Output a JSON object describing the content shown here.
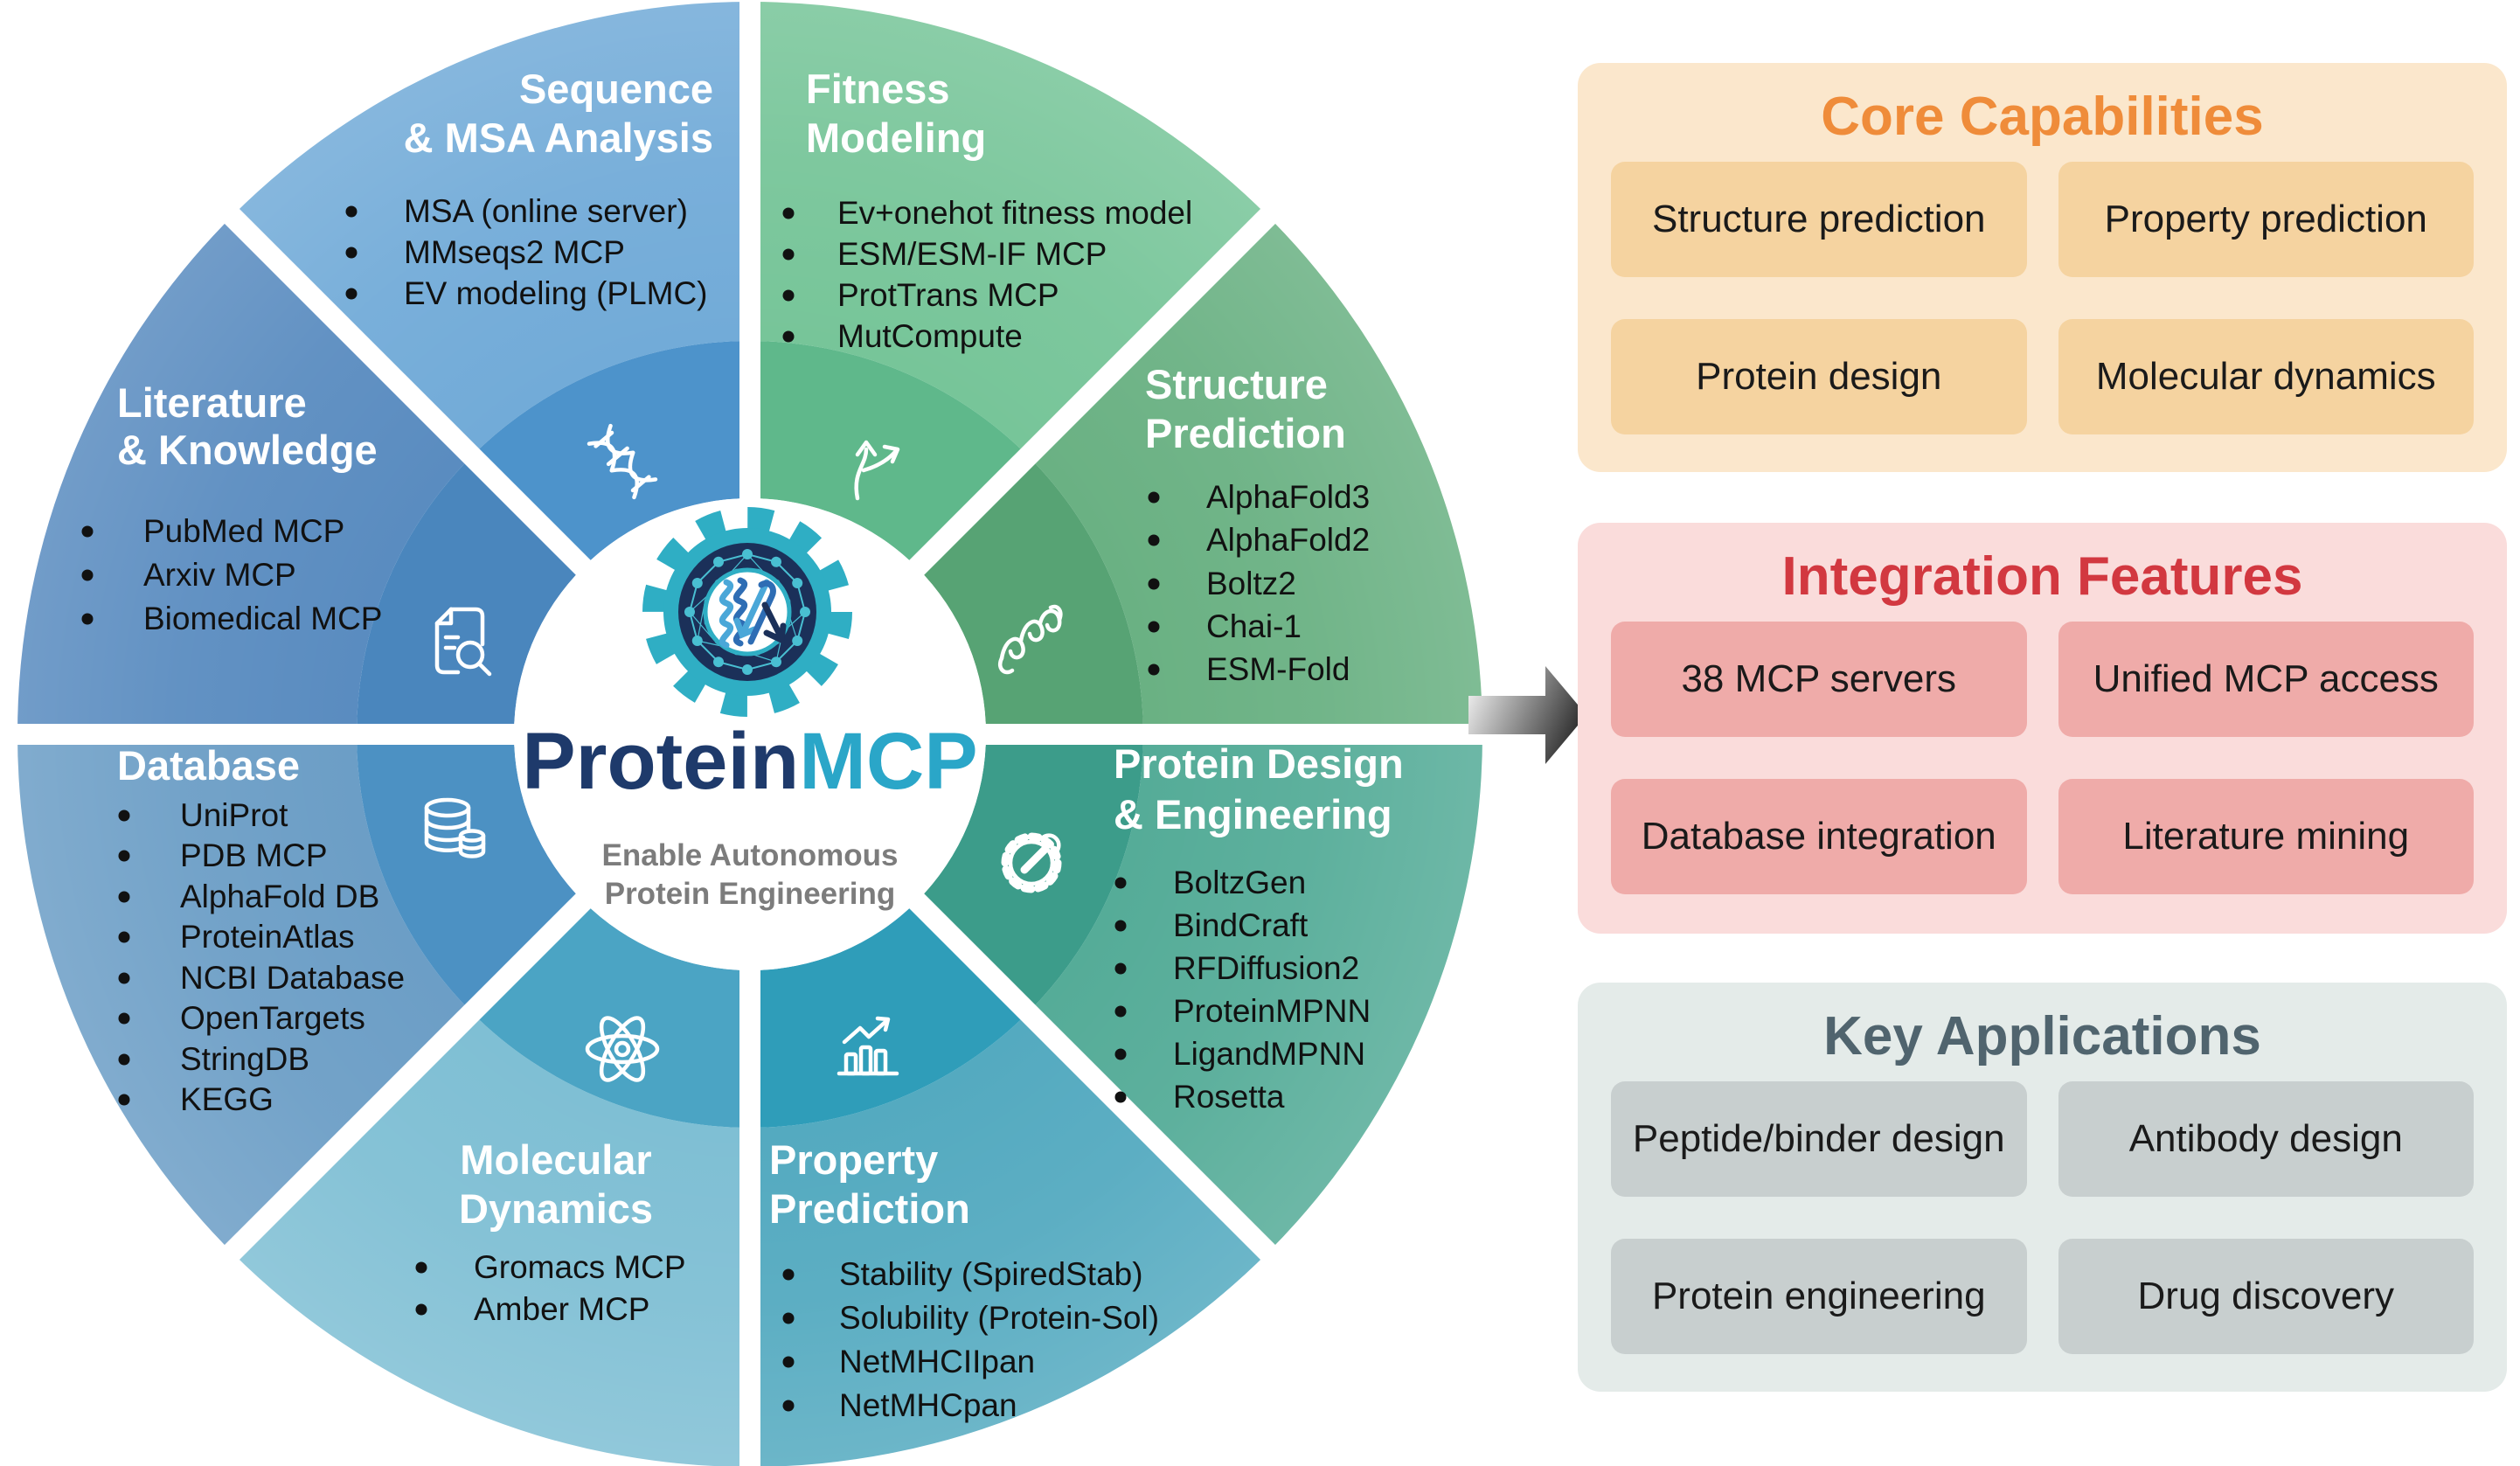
{
  "wheel": {
    "center": {
      "title_part1": "Protein",
      "title_part2": "MCP",
      "title_color_1": "#1E3A6B",
      "title_color_2": "#2AA6C8",
      "subtitle_line1": "Enable Autonomous",
      "subtitle_line2": "Protein Engineering",
      "subtitle_color": "#7C7C7C",
      "logo": {
        "gear_color": "#2FAEC4",
        "ring_color": "#1B3059",
        "mesh_color": "#49BFD2",
        "helix_light_blue": "#4AA7D8",
        "strand_blue": "#2E6DB4",
        "arrow_navy": "#1B3059"
      }
    },
    "segments": [
      {
        "name": "Fitness Modeling",
        "icon": "branch-arrows-icon",
        "title_lines": [
          "Fitness",
          "Modeling"
        ],
        "bullets": [
          "Ev+onehot fitness model",
          "ESM/ESM-IF MCP",
          "ProtTrans MCP",
          "MutCompute"
        ],
        "color_outer": "#77C599",
        "color_inner": "#5FB88B"
      },
      {
        "name": "Structure Prediction",
        "icon": "protein-ribbon-icon",
        "title_lines": [
          "Structure",
          "Prediction"
        ],
        "bullets": [
          "AlphaFold3",
          "AlphaFold2",
          "Boltz2",
          "Chai-1",
          "ESM-Fold"
        ],
        "color_outer": "#6AB183",
        "color_inner": "#57A374"
      },
      {
        "name": "Protein Design & Engineering",
        "icon": "gear-wrench-icon",
        "title_lines": [
          "Protein Design",
          "& Engineering"
        ],
        "bullets": [
          "BoltzGen",
          "BindCraft",
          "RFDiffusion2",
          "ProteinMPNN",
          "LigandMPNN",
          "Rosetta"
        ],
        "color_outer": "#55AC98",
        "color_inner": "#3C9C8A"
      },
      {
        "name": "Property Prediction",
        "icon": "bar-chart-icon",
        "title_lines": [
          "Property",
          "Prediction"
        ],
        "bullets": [
          "Stability (SpiredStab)",
          "Solubility (Protein-Sol)",
          "NetMHCIIpan",
          "NetMHCpan"
        ],
        "color_outer": "#54AAC0",
        "color_inner": "#2F9DB9"
      },
      {
        "name": "Molecular Dynamics",
        "icon": "atom-icon",
        "title_lines": [
          "Molecular",
          "Dynamics"
        ],
        "bullets": [
          "Gromacs MCP",
          "Amber MCP"
        ],
        "color_outer": "#7FBFD4",
        "color_inner": "#4BA4C4"
      },
      {
        "name": "Database",
        "icon": "database-icon",
        "title_lines": [
          "Database"
        ],
        "bullets": [
          "UniProt",
          "PDB MCP",
          "AlphaFold DB",
          "ProteinAtlas",
          "NCBI Database",
          "OpenTargets",
          "StringDB",
          "KEGG"
        ],
        "color_outer": "#6C9EC6",
        "color_inner": "#4C91C3"
      },
      {
        "name": "Literature & Knowledge",
        "icon": "document-search-icon",
        "title_lines": [
          "Literature",
          "& Knowledge"
        ],
        "bullets": [
          "PubMed MCP",
          "Arxiv MCP",
          "Biomedical MCP"
        ],
        "color_outer": "#5A8CC0",
        "color_inner": "#4A86BD"
      },
      {
        "name": "Sequence & MSA Analysis",
        "icon": "dna-icon",
        "title_lines": [
          "Sequence",
          "& MSA Analysis"
        ],
        "bullets": [
          "MSA (online server)",
          "MMseqs2 MCP",
          "EV modeling (PLMC)"
        ],
        "color_outer": "#72ABD8",
        "color_inner": "#4D93CB"
      }
    ]
  },
  "arrow": {
    "gradient_from": "#EDEDED",
    "gradient_to": "#1A1A1A"
  },
  "panels": [
    {
      "title": "Core Capabilities",
      "title_color": "#EF8C3A",
      "bg": "#FBE7CC",
      "box_bg": "#F5D3A0",
      "items": [
        "Structure prediction",
        "Property prediction",
        "Protein design",
        "Molecular dynamics"
      ]
    },
    {
      "title": "Integration Features",
      "title_color": "#D23840",
      "bg": "#FADCDB",
      "box_bg": "#EFABA9",
      "items": [
        "38 MCP servers",
        "Unified MCP access",
        "Database integration",
        "Literature mining"
      ]
    },
    {
      "title": "Key Applications",
      "title_color": "#50646E",
      "bg": "#E4EBE9",
      "box_bg": "#C8CFCF",
      "items": [
        "Peptide/binder design",
        "Antibody design",
        "Protein engineering",
        "Drug discovery"
      ]
    }
  ]
}
